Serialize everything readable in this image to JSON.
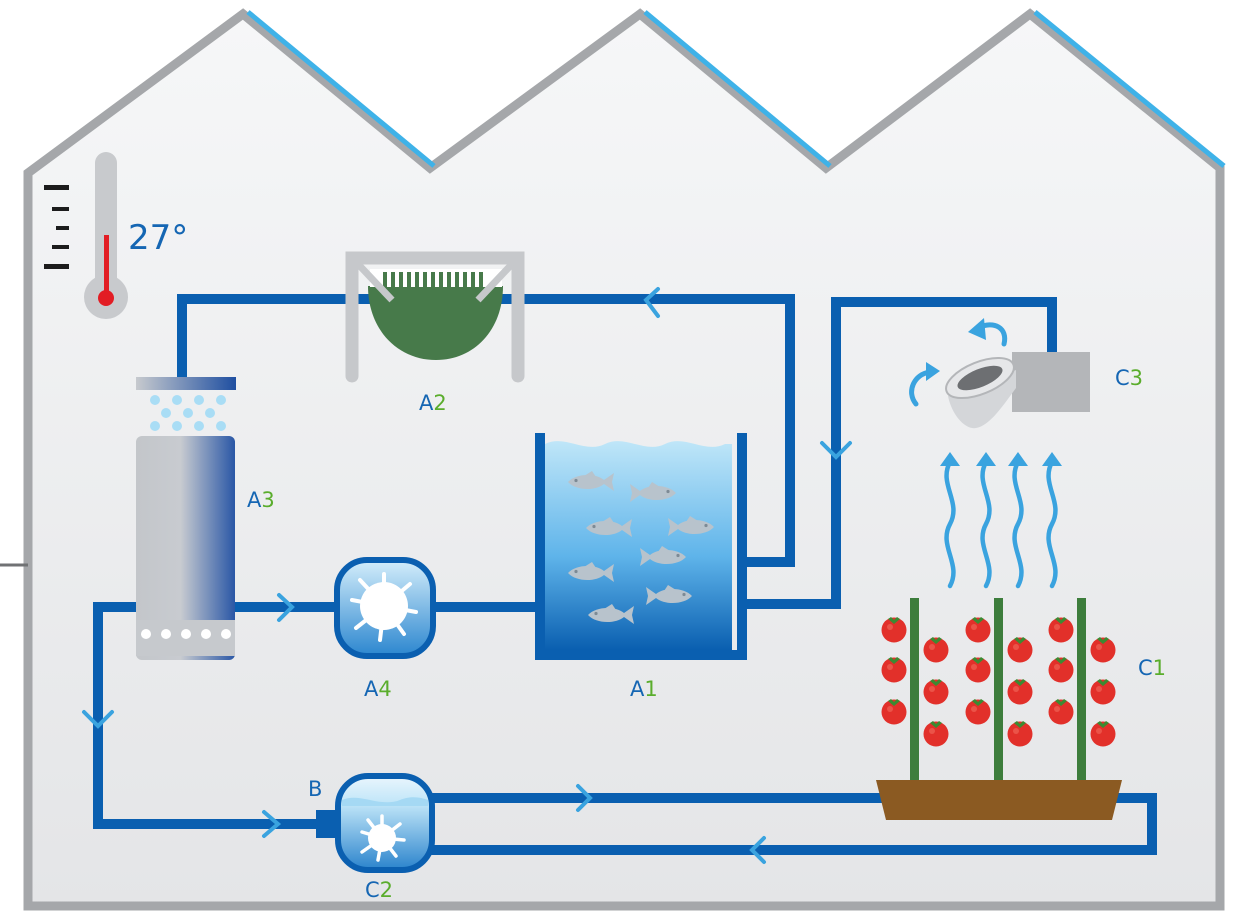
{
  "temperature": "27°",
  "labels": {
    "A1": {
      "letter": "A",
      "digit": "1"
    },
    "A2": {
      "letter": "A",
      "digit": "2"
    },
    "A3": {
      "letter": "A",
      "digit": "3"
    },
    "A4": {
      "letter": "A",
      "digit": "4"
    },
    "B": {
      "letter": "B",
      "digit": ""
    },
    "C1": {
      "letter": "C",
      "digit": "1"
    },
    "C2": {
      "letter": "C",
      "digit": "2"
    },
    "C3": {
      "letter": "C",
      "digit": "3"
    }
  },
  "colors": {
    "pipe": "#0a5fb0",
    "label_blue": "#1566b3",
    "label_green": "#5aad2c",
    "arrow": "#3aa3df",
    "wall": "#a5a7aa",
    "roof_glass": "#3fb2e8",
    "filter_green": "#477a4a",
    "tomato": "#e2302a",
    "soil": "#8b5a22"
  }
}
